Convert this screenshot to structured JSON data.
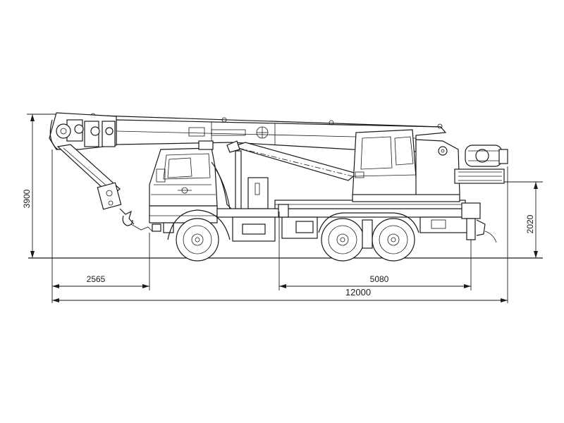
{
  "dimensions": {
    "overall_length": "12000",
    "front_overhang": "2565",
    "wheelbase_to_outrigger": "5080",
    "total_height": "3900",
    "platform_height": "2020"
  }
}
